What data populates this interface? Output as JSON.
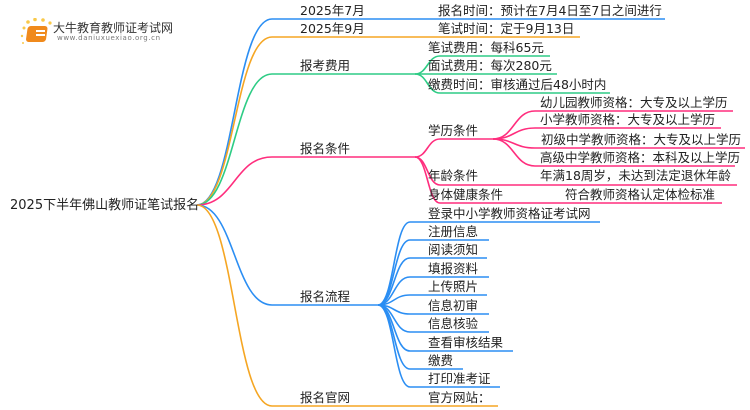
{
  "logo": {
    "title": "大牛教育教师证考试网",
    "url": "www.daniuxuexiao.org.cn"
  },
  "root": "2025下半年佛山教师证笔试报名",
  "colors": {
    "blue": "#2b8ef3",
    "orange": "#f5a623",
    "green": "#2ecc85",
    "pink": "#ff2d7d"
  },
  "branches": {
    "july": {
      "label": "2025年7月",
      "child": "报名时间：预计在7月4日至7日之间进行"
    },
    "sept": {
      "label": "2025年9月",
      "child": "笔试时间：定于9月13日"
    },
    "fees": {
      "label": "报考费用",
      "children": [
        "笔试费用：每科65元",
        "面试费用：每次280元",
        "缴费时间：审核通过后48小时内"
      ]
    },
    "conditions": {
      "label": "报名条件",
      "education": {
        "label": "学历条件",
        "children": [
          "幼儿园教师资格：大专及以上学历",
          "小学教师资格：大专及以上学历",
          "初级中学教师资格：大专及以上学历",
          "高级中学教师资格：本科及以上学历"
        ]
      },
      "age": {
        "label": "年龄条件",
        "value": "年满18周岁，未达到法定退休年龄"
      },
      "health": {
        "label": "身体健康条件",
        "value": "符合教师资格认定体检标准"
      }
    },
    "process": {
      "label": "报名流程",
      "steps": [
        "登录中小学教师资格证考试网",
        "注册信息",
        "阅读须知",
        "填报资料",
        "上传照片",
        "信息初审",
        "信息核验",
        "查看审核结果",
        "缴费",
        "打印准考证"
      ]
    },
    "website": {
      "label": "报名官网",
      "child": "官方网站："
    }
  }
}
